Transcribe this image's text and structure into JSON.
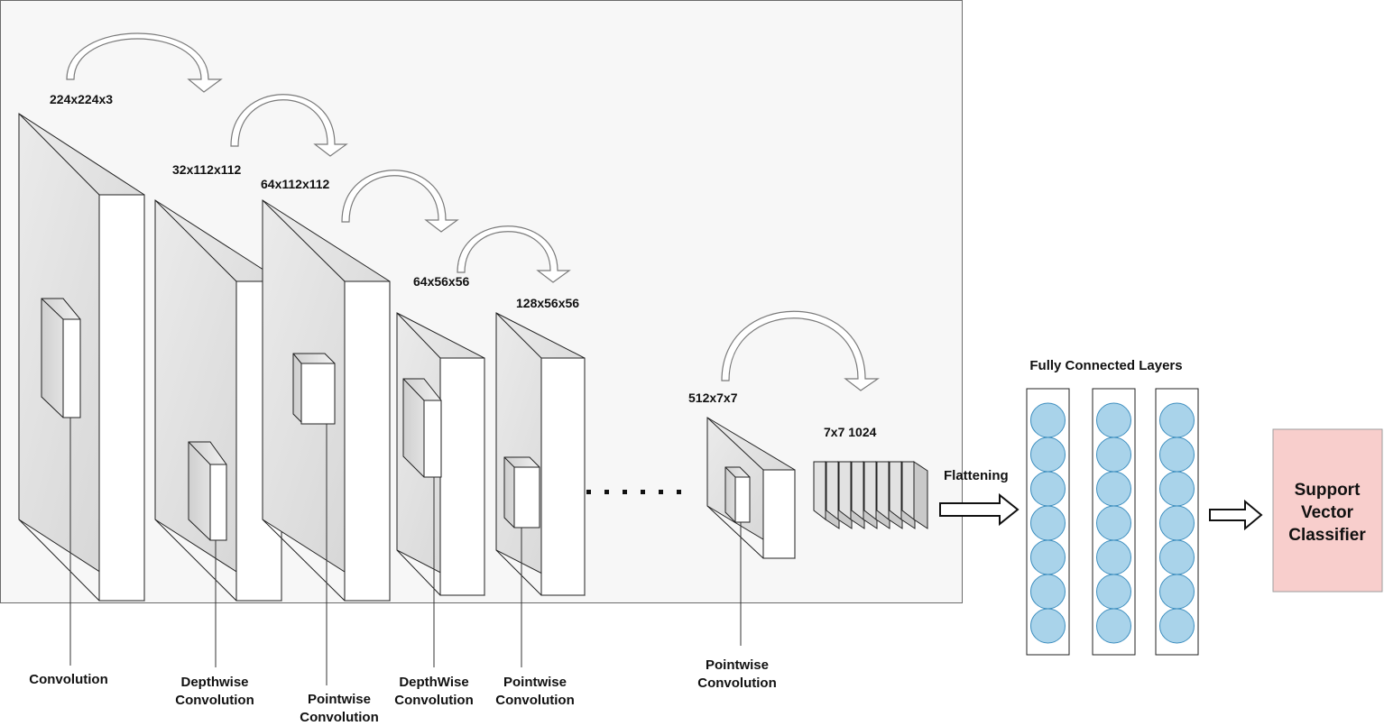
{
  "dimensions": {
    "input": "224x224x3",
    "dw1_out": "32x112x112",
    "pw1_out": "64x112x112",
    "dw2_out": "64x56x56",
    "pw2_out": "128x56x56",
    "last_conv": "512x7x7",
    "final_maps": "7x7 1024"
  },
  "captions": {
    "conv": "Convolution",
    "dw1_line1": "Depthwise",
    "dw1_line2": "Convolution",
    "pw1_line1": "Pointwise",
    "pw1_line2": "Convolution",
    "dw2_line1": "DepthWise",
    "dw2_line2": "Convolution",
    "pw2_line1": "Pointwise",
    "pw2_line2": "Convolution",
    "pw3_line1": "Pointwise",
    "pw3_line2": "Convolution"
  },
  "flattening": "Flattening",
  "fc": {
    "title": "Fully Connected Layers",
    "columns": 3,
    "neurons_per_column": 7
  },
  "classifier": {
    "line1": "Support",
    "line2": "Vector",
    "line3": "Classifier"
  },
  "colors": {
    "panel_bg": "#f7f7f7",
    "block_front": "#dcdcdc",
    "block_side": "#ffffff",
    "neuron_fill": "#a9d3ea",
    "neuron_stroke": "#3f8fbf",
    "classifier_fill": "#f8cecc",
    "classifier_stroke": "#9e9e9e"
  }
}
